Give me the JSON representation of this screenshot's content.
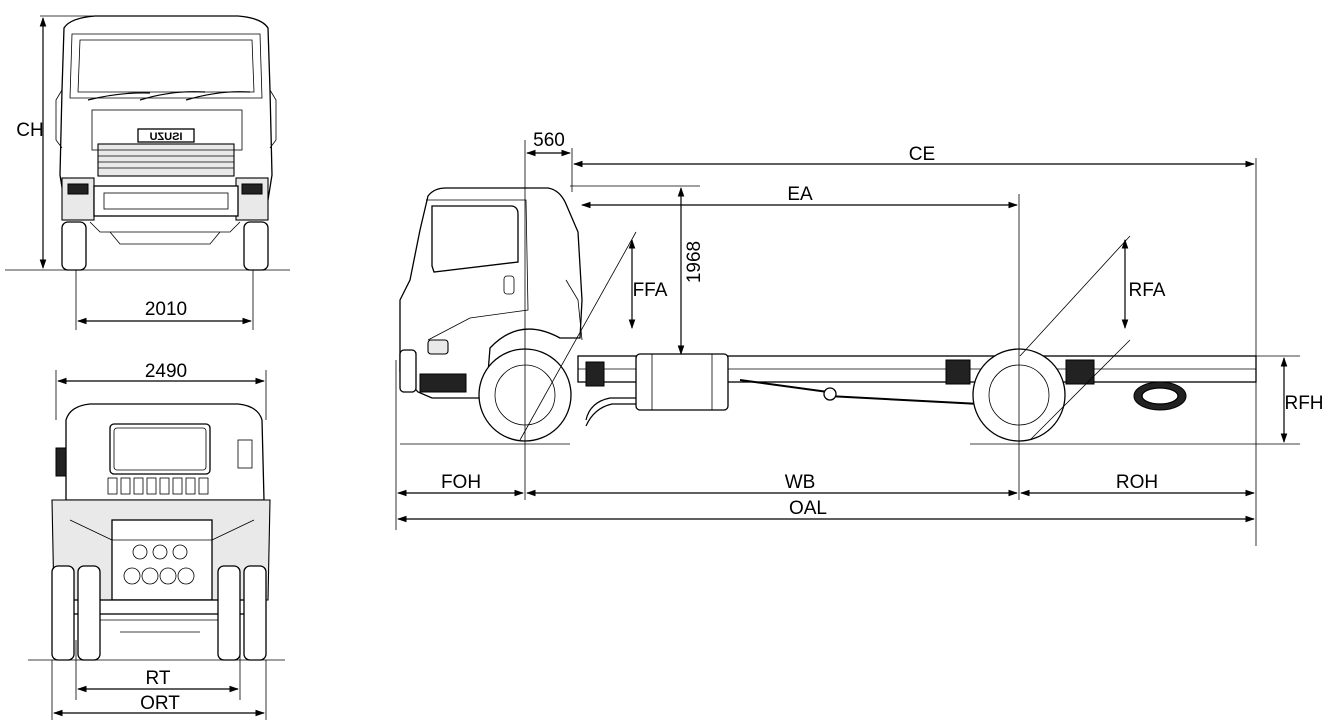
{
  "brand": "ISUZU",
  "labels": {
    "ch": "CH",
    "width_front": "2010",
    "width_rear": "2490",
    "rt": "RT",
    "ort": "ORT",
    "d560": "560",
    "ce": "CE",
    "ea": "EA",
    "h1968": "1968",
    "ffa": "FFA",
    "rfa": "RFA",
    "rfh": "RFH",
    "foh": "FOH",
    "wb": "WB",
    "roh": "ROH",
    "oal": "OAL"
  }
}
